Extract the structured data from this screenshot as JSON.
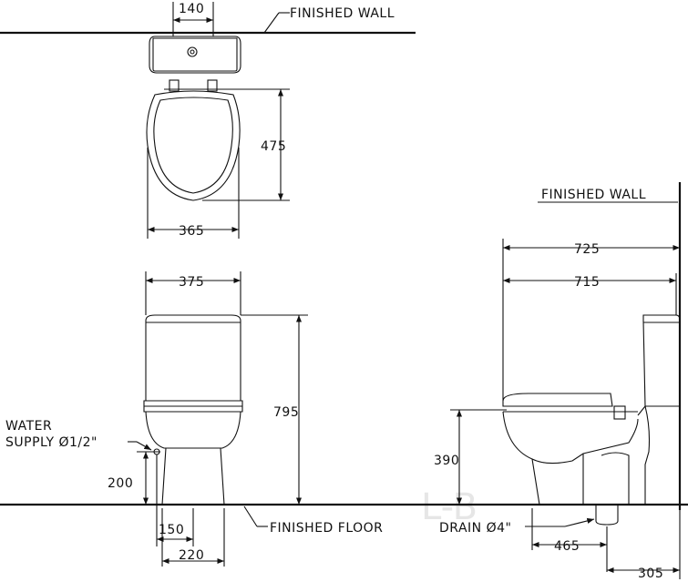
{
  "labels": {
    "finished_wall_top": "FINISHED  WALL",
    "finished_wall_side": "FINISHED  WALL",
    "finished_floor": "FINISHED  FLOOR",
    "water_supply_line1": "WATER",
    "water_supply_line2": "SUPPLY  Ø1/2\"",
    "drain": "DRAIN  Ø4\""
  },
  "dimensions": {
    "top_view_tank_button_spacing": "140",
    "top_view_seat_length": "475",
    "top_view_seat_width": "365",
    "front_view_tank_width": "375",
    "front_view_total_height": "795",
    "front_view_supply_height": "200",
    "front_view_supply_offset": "150",
    "front_view_base_width": "220",
    "side_view_total_depth": "725",
    "side_view_depth_to_tank": "715",
    "side_view_seat_height": "390",
    "side_view_drain_offset": "465",
    "side_view_drain_to_wall": "305"
  },
  "watermark": "L-B"
}
